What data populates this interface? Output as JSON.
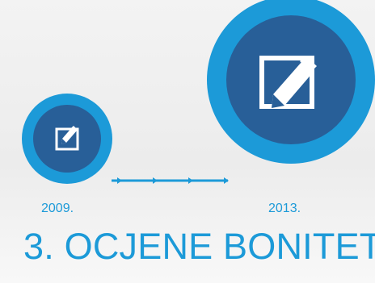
{
  "timeline": {
    "years": [
      "2009.",
      "2013."
    ],
    "title": "3. OCJENE BONITET"
  },
  "style": {
    "accent_color": "#1c9ad8",
    "outer_ring_color": "#1c9ad8",
    "inner_circle_color": "#285f98",
    "icon_color": "#ffffff"
  },
  "icons": {
    "left": "edit-note-icon",
    "right": "edit-note-icon"
  }
}
